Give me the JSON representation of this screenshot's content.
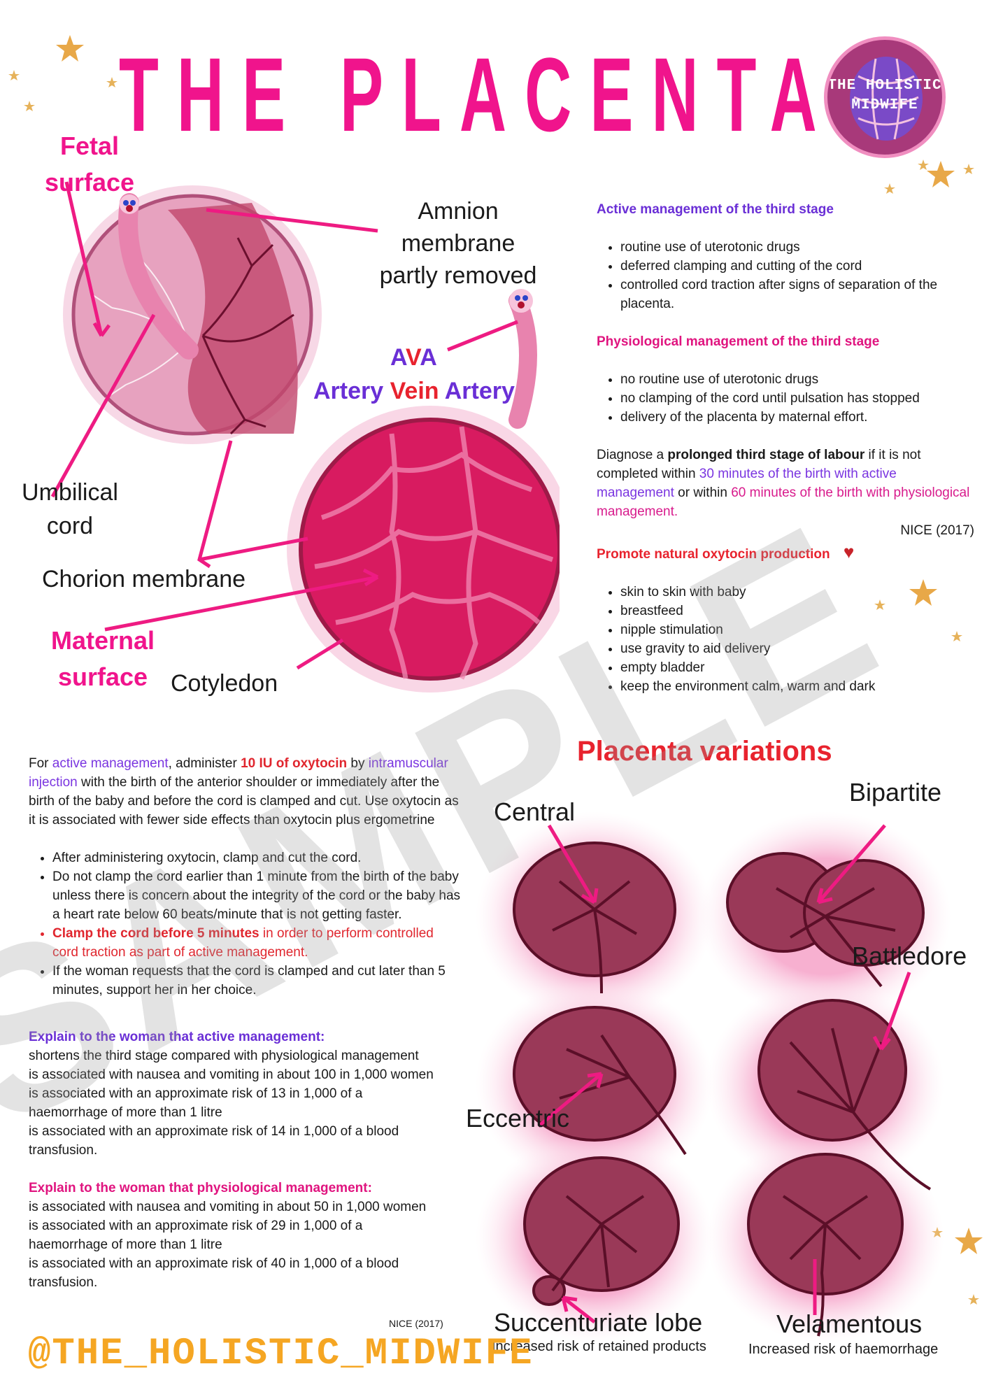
{
  "title": "THE PLACENTA",
  "logo": {
    "line1": "THE HOLISTIC",
    "line2": "MIDWIFE"
  },
  "diagram": {
    "fetal_surface": "Fetal surface",
    "amnion": "Amnion membrane partly removed",
    "ava": "AVA",
    "ava_full": {
      "artery1": "Artery",
      "vein": "Vein",
      "artery2": "Artery"
    },
    "umbilical_cord": "Umbilical cord",
    "chorion": "Chorion membrane",
    "maternal_surface": "Maternal surface",
    "cotyledon": "Cotyledon"
  },
  "active": {
    "heading": "Active management of the third stage",
    "items": [
      "routine use of uterotonic drugs",
      "deferred clamping and cutting of the cord",
      "controlled cord traction after signs of separation of the placenta."
    ]
  },
  "physiological": {
    "heading": "Physiological management of the third stage",
    "items": [
      "no routine use of uterotonic drugs",
      "no clamping of the cord until pulsation has stopped",
      "delivery of the placenta by maternal effort."
    ]
  },
  "prolonged": {
    "p1": "Diagnose a ",
    "bold": "prolonged third stage of labour",
    "p2": " if it is not completed within ",
    "purple": "30 minutes of the birth with active management",
    "p3": " or within ",
    "pink": "60 minutes of the birth with physiological management.",
    "cite": "NICE (2017)"
  },
  "oxytocin": {
    "heading": "Promote natural oxytocin production",
    "items": [
      "skin to skin with baby",
      "breastfeed",
      "nipple stimulation",
      "use gravity to aid delivery",
      "empty bladder",
      "keep the environment calm, warm and dark"
    ]
  },
  "left": {
    "intro1": "For ",
    "intro_purple1": "active management",
    "intro2": ", administer ",
    "intro_red": "10 IU of oxytocin",
    "intro3": " by ",
    "intro_purple2": "intramuscular injection",
    "intro4": " with the birth of the anterior shoulder or immediately after the birth of the baby and before the cord is clamped and cut. Use oxytocin as it is associated with fewer side effects than oxytocin plus ergometrine",
    "b1": "After administering oxytocin, clamp and cut the cord.",
    "b2": "Do not clamp the cord earlier than 1 minute from the birth of the baby unless there is concern about the integrity of the cord or the baby has a heart rate below 60 beats/minute that is not getting faster.",
    "b3_bold": "Clamp the cord before 5 minutes",
    "b3_rest": " in order to perform controlled cord traction as part of active management.",
    "b4": "If the woman requests that the cord is clamped and cut later than 5 minutes, support her in her choice.",
    "explain_active": {
      "heading": "Explain to the woman that active management:",
      "lines": [
        "shortens the third stage compared with physiological management",
        "is associated with nausea and vomiting in about 100 in 1,000 women",
        "is associated with an approximate risk of 13 in 1,000 of a haemorrhage of more than 1 litre",
        "is associated with an approximate risk of 14 in 1,000 of a blood transfusion."
      ]
    },
    "explain_phys": {
      "heading": "Explain to the woman that physiological management:",
      "lines": [
        "is associated with nausea and vomiting in about 50 in 1,000 women",
        "is associated with an approximate risk of 29 in 1,000 of a haemorrhage of more than 1 litre",
        "is associated with an approximate risk of 40 in 1,000 of a blood transfusion."
      ]
    },
    "cite": "NICE (2017)"
  },
  "variations": {
    "title": "Placenta variations",
    "central": "Central",
    "bipartite": "Bipartite",
    "battledore": "Battledore",
    "eccentric": "Eccentric",
    "succenturiate": "Succenturiate lobe",
    "succenturiate_note": "Increased risk of retained products",
    "velamentous": "Velamentous",
    "velamentous_note": "Increased risk of haemorrhage"
  },
  "watermark": "SAMPLE",
  "handle": "@THE_HOLISTIC_MIDWIFE",
  "colors": {
    "pink": "#f0148c",
    "purple": "#6a2fd6",
    "red": "#e8232e",
    "gold": "#f5a623",
    "placenta": "#7a1f3d"
  }
}
